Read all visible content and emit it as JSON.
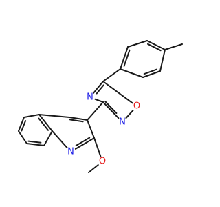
{
  "molecule": {
    "bond_color": "#1a1a1a",
    "nitrogen_color": "#1f1fe6",
    "oxygen_color": "#e61f1f",
    "carbon_color": "#1a1a1a",
    "atoms": {
      "n_oxadiazole_4": "N",
      "o_oxadiazole_1": "O",
      "n_oxadiazole_2": "N",
      "n_quinoline": "N",
      "o_methoxy": "O"
    }
  }
}
